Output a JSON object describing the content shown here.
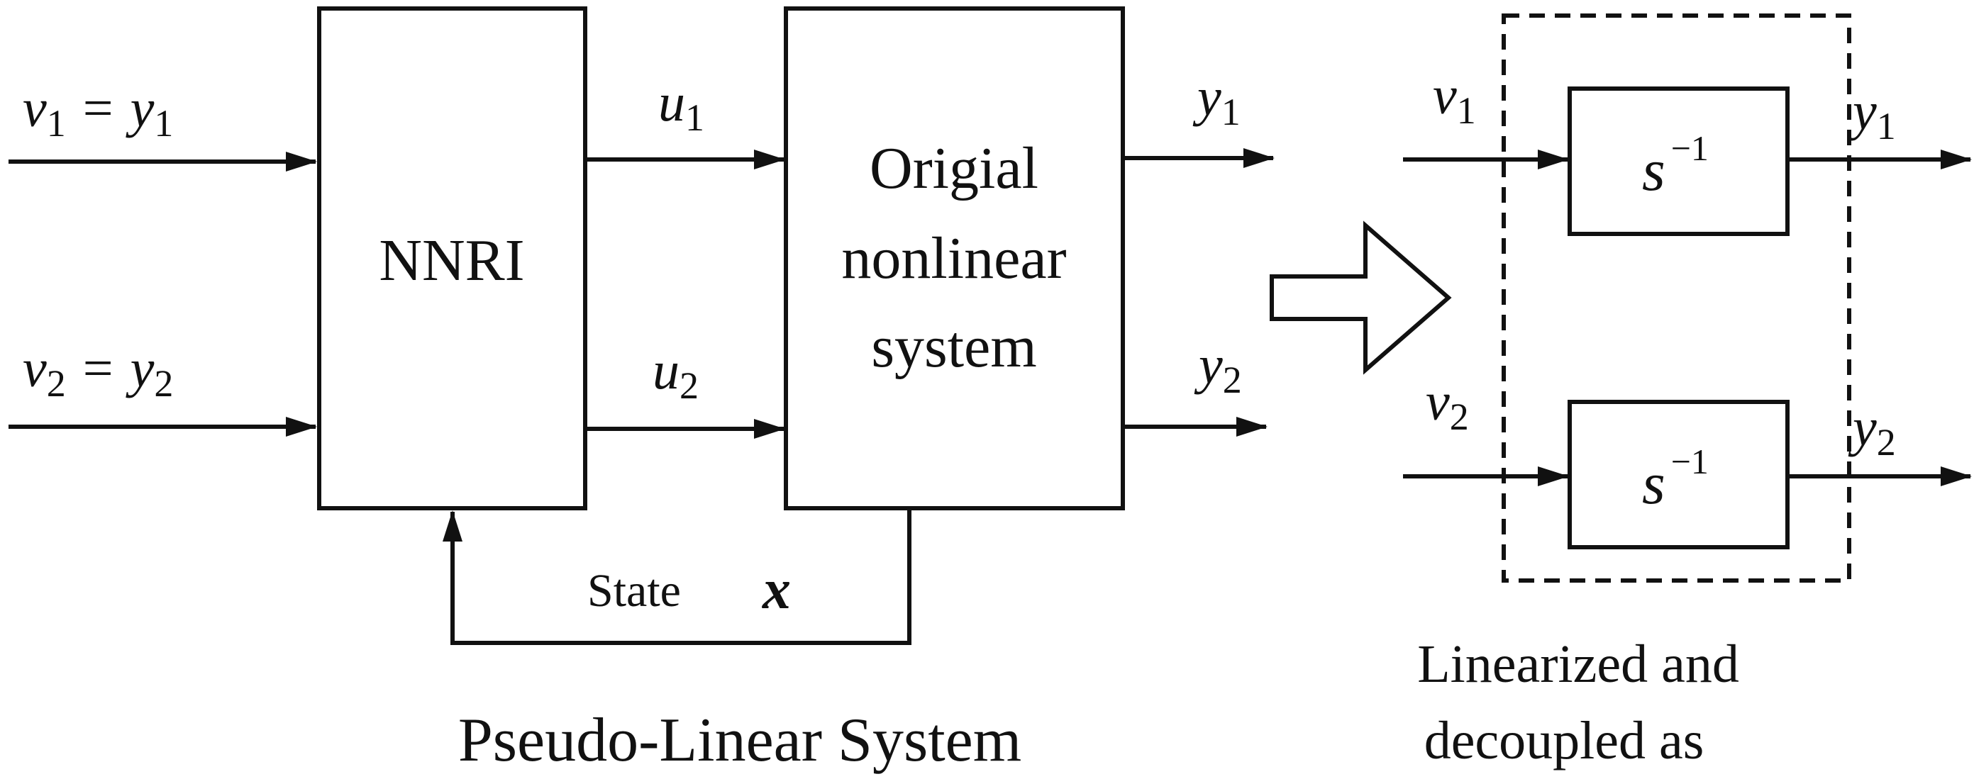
{
  "colors": {
    "stroke": "#111111",
    "background": "#ffffff"
  },
  "signals": {
    "v1": "v",
    "v2": "v",
    "y1": "y",
    "y2": "y",
    "u1": "u",
    "u2": "u",
    "s": "s",
    "eq": "=",
    "idx1": "1",
    "idx2": "2",
    "inv": "−1"
  },
  "blocks": {
    "nnri": "NNRI",
    "plant_line1": "Origial",
    "plant_line2": "nonlinear",
    "plant_line3": "system"
  },
  "feedback": {
    "state_word": "State",
    "state_symbol": "x"
  },
  "captions": {
    "left": "Pseudo-Linear System",
    "right_line1": "Linearized and",
    "right_line2": "decoupled as"
  }
}
